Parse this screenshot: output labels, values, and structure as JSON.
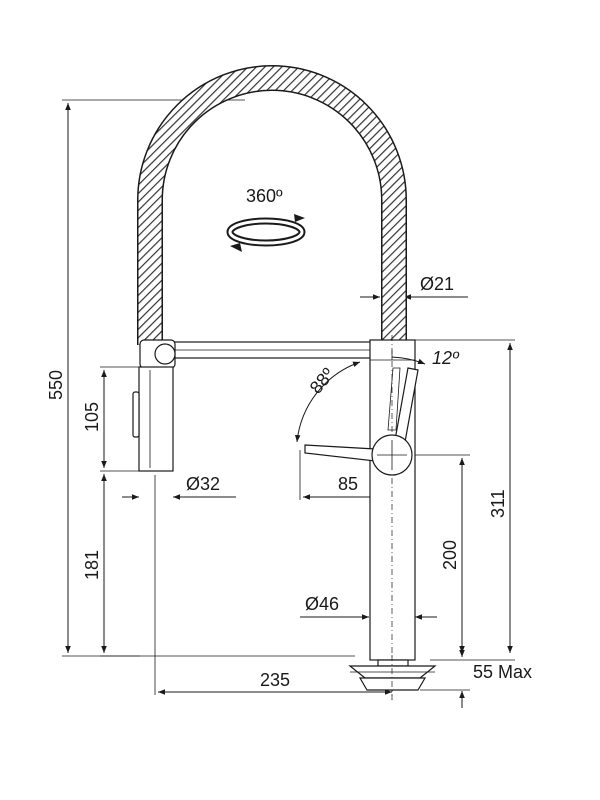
{
  "dimensions": {
    "total_height": "550",
    "body_height": "105",
    "lower_height": "181",
    "body_diameter": "Ø32",
    "hose_diameter": "Ø21",
    "handle_reach": "85",
    "spout_height_from_handle": "200",
    "spout_height_total": "311",
    "column_diameter": "Ø46",
    "base_width": "235",
    "deck_thickness": "55 Max"
  },
  "angles": {
    "rotation": "360º",
    "lever_swing": "88º",
    "lever_tilt": "12º"
  }
}
